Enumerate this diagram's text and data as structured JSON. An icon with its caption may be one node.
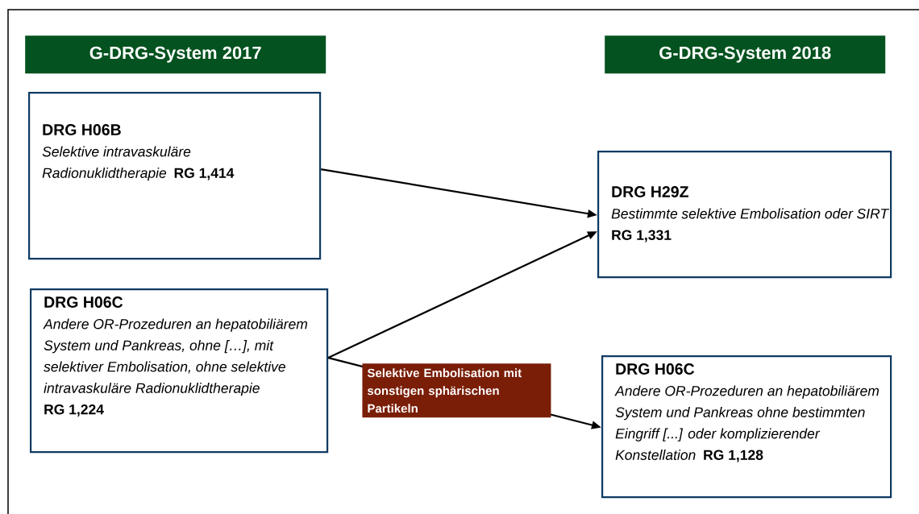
{
  "diagram": {
    "nodes": [
      {
        "text": [
          "G-DRG-System 2017"
        ]
      },
      {
        "text": [
          "G-DRG-System 2018"
        ]
      },
      {
        "text": [
          "DRG H06B",
          "Selektive intravaskuläre Radionuklidtherapie",
          "RG 1,414"
        ]
      },
      {
        "text": [
          "DRG H06C",
          "Andere OR-Prozeduren an hepatobiliärem System und Pankreas, ohne […], mit selektiver Embolisation, ohne selektive intravaskuläre Radionuklidtherapie",
          "RG 1,224"
        ]
      },
      {
        "text": [
          "DRG H29Z",
          "Bestimmte selektive Embolisation oder SIRT",
          "RG 1,331"
        ]
      },
      {
        "text": [
          "DRG H06C",
          "Andere OR-Prozeduren an hepatobiliärem System und Pankreas ohne bestimmten Eingriff [...] oder komplizierender Konstellation",
          "RG 1,128"
        ]
      }
    ],
    "edges": [
      {
        "from": 2,
        "to": 4,
        "arrow": "to"
      },
      {
        "from": 3,
        "to": 4,
        "arrow": "to"
      },
      {
        "from": 3,
        "to": 5,
        "arrow": "to",
        "label": "Selektive Embolisation mit sonstigen sphärischen Partikeln"
      }
    ]
  }
}
